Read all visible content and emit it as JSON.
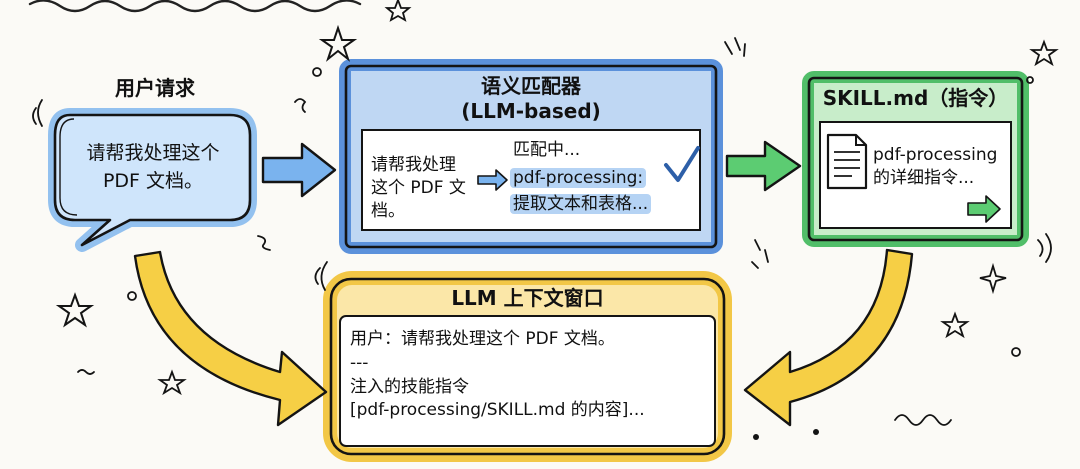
{
  "user_request": {
    "title": "用户请求",
    "bubble_lines": [
      "请帮我处理这个",
      "PDF 文档。"
    ]
  },
  "matcher": {
    "title_line1": "语义匹配器",
    "title_line2": "(LLM-based)",
    "input_lines": [
      "请帮我处理",
      "这个 PDF 文",
      "档。"
    ],
    "status": "匹配中...",
    "result_line1": "pdf-processing:",
    "result_line2": "提取文本和表格..."
  },
  "skill": {
    "title": "SKILL.md（指令）",
    "body_line1": "pdf-processing",
    "body_line2": "的详细指令..."
  },
  "context_window": {
    "title": "LLM 上下文窗口",
    "lines": [
      "用户：请帮我处理这个 PDF 文档。",
      "---",
      "注入的技能指令",
      "[pdf-processing/SKILL.md 的内容]..."
    ]
  },
  "colors": {
    "blue": "#4a86d9",
    "green": "#3fb85a",
    "yellow": "#f2c53d",
    "ink": "#111111"
  },
  "icons": [
    "speech-bubble-icon",
    "check-icon",
    "document-icon",
    "arrow-right-icon",
    "star-icon"
  ]
}
